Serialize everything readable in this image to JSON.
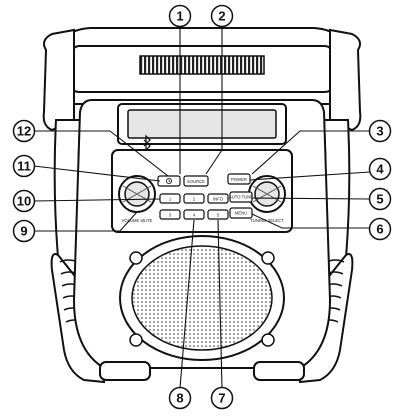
{
  "callouts": [
    {
      "id": "1",
      "number": "1"
    },
    {
      "id": "2",
      "number": "2"
    },
    {
      "id": "3",
      "number": "3"
    },
    {
      "id": "4",
      "number": "4"
    },
    {
      "id": "5",
      "number": "5"
    },
    {
      "id": "6",
      "number": "6"
    },
    {
      "id": "7",
      "number": "7"
    },
    {
      "id": "8",
      "number": "8"
    },
    {
      "id": "9",
      "number": "9"
    },
    {
      "id": "10",
      "number": "10"
    },
    {
      "id": "11",
      "number": "11"
    },
    {
      "id": "12",
      "number": "12"
    }
  ],
  "button_labels": {
    "source": "SOURCE",
    "power": "POWER",
    "info": "INFO",
    "auto_tune": "AUTO TUNE",
    "menu": "MENU",
    "tuning_select": "TUNING SELECT",
    "volume_mute": "VOLUME MUTE",
    "preset_1": "1",
    "preset_2": "2",
    "preset_3": "3",
    "preset_4": "4",
    "preset_5": "5"
  },
  "icons": {
    "alarm": "alarm-clock-icon",
    "bluetooth": "bluetooth-icon"
  },
  "colors": {
    "line": "#111111",
    "body": "#ffffff",
    "shade": "#e6e6e6"
  }
}
